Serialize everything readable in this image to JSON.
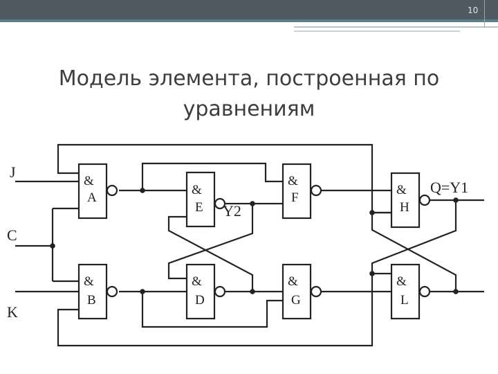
{
  "slide": {
    "page_number": "10",
    "title": "Модель элемента, построенная по уравнениям"
  },
  "diagram": {
    "inputs": {
      "j": "J",
      "c": "C",
      "k": "K"
    },
    "outputs": {
      "q": "Q=Y1",
      "y2": "Y2"
    },
    "gate_symbol": "&",
    "gates": {
      "a": "A",
      "b": "B",
      "e": "E",
      "d": "D",
      "f": "F",
      "g": "G",
      "h": "H",
      "l": "L"
    }
  }
}
